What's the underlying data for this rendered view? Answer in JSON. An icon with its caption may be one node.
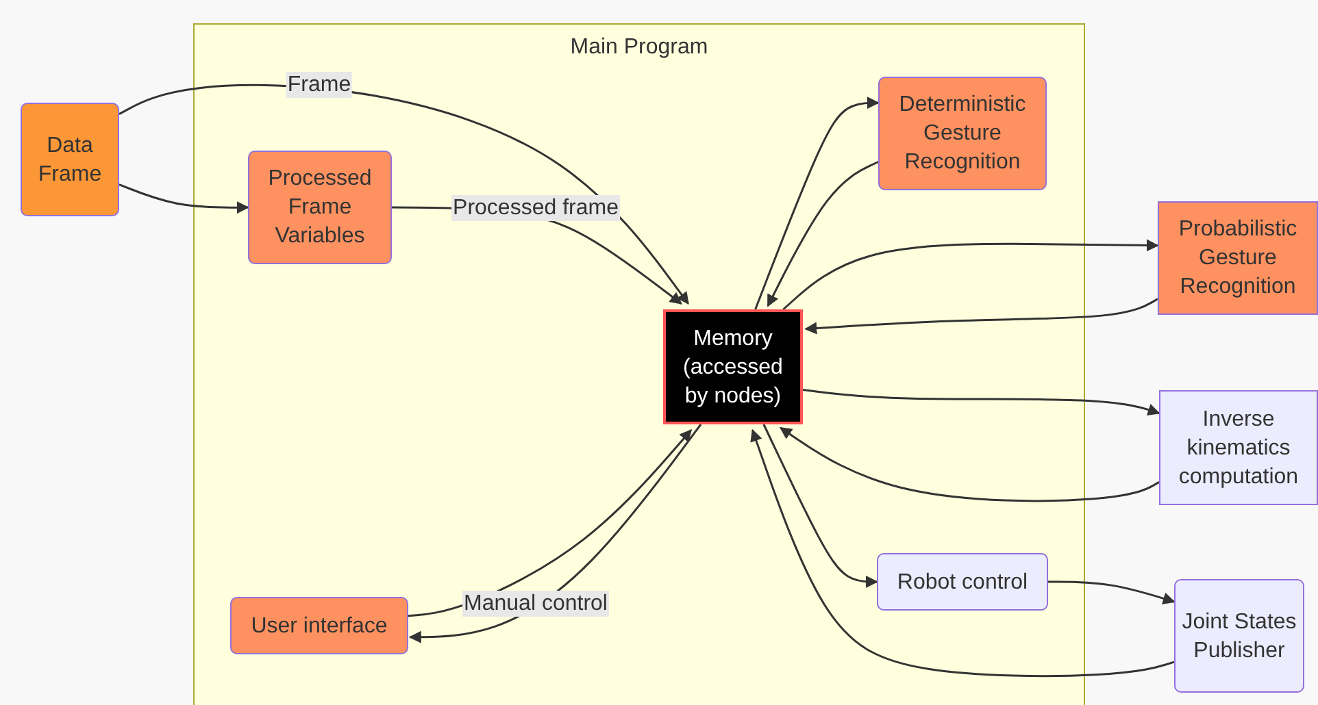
{
  "diagram": {
    "nodes": [
      {
        "text": [
          "Main Program"
        ]
      },
      {
        "text": [
          "Data Frame"
        ]
      },
      {
        "text": [
          "Processed Frame Variables"
        ],
        "in": 0
      },
      {
        "text": [
          "Memory (accessed by nodes)"
        ],
        "in": 0
      },
      {
        "text": [
          "Deterministic Gesture Recognition"
        ],
        "in": 0
      },
      {
        "text": [
          "Probabilistic Gesture Recognition"
        ]
      },
      {
        "text": [
          "Inverse kinematics computation"
        ]
      },
      {
        "text": [
          "User interface"
        ],
        "in": 0
      },
      {
        "text": [
          "Robot control"
        ],
        "in": 0
      },
      {
        "text": [
          "Joint States Publisher"
        ]
      }
    ],
    "edges": [
      {
        "from": 1,
        "to": 3,
        "arrow": "to",
        "label": "Frame"
      },
      {
        "from": 1,
        "to": 2,
        "arrow": "to"
      },
      {
        "from": 2,
        "to": 3,
        "arrow": "to",
        "label": "Processed frame"
      },
      {
        "from": 3,
        "to": 4,
        "arrow": "to"
      },
      {
        "from": 4,
        "to": 3,
        "arrow": "to"
      },
      {
        "from": 3,
        "to": 5,
        "arrow": "to"
      },
      {
        "from": 5,
        "to": 3,
        "arrow": "to"
      },
      {
        "from": 3,
        "to": 6,
        "arrow": "to"
      },
      {
        "from": 6,
        "to": 3,
        "arrow": "to"
      },
      {
        "from": 7,
        "to": 3,
        "arrow": "to",
        "label": "Manual control"
      },
      {
        "from": 3,
        "to": 7,
        "arrow": "to"
      },
      {
        "from": 3,
        "to": 8,
        "arrow": "to"
      },
      {
        "from": 8,
        "to": 9,
        "arrow": "to"
      },
      {
        "from": 9,
        "to": 3,
        "arrow": "to"
      }
    ]
  }
}
